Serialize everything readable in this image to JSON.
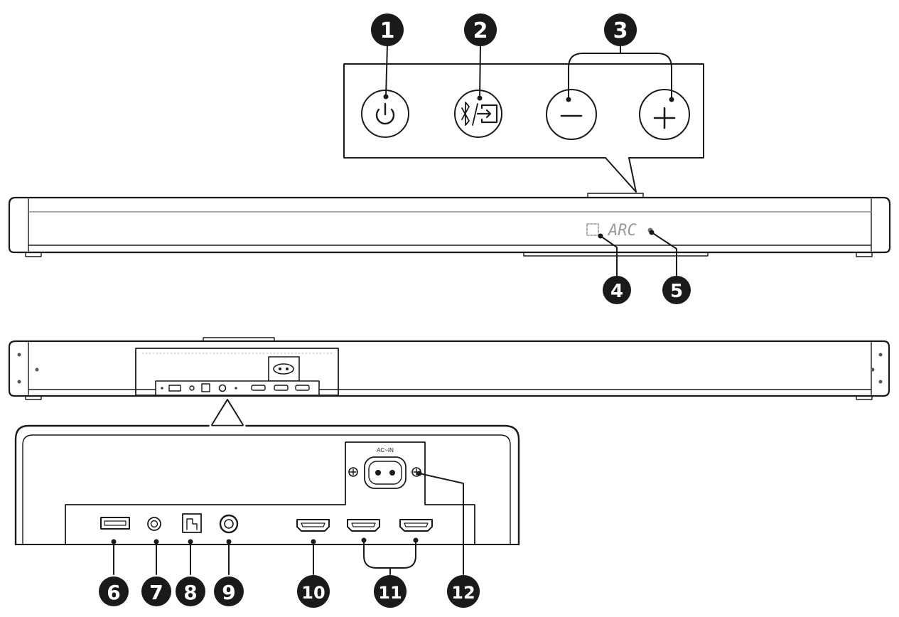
{
  "display": {
    "text": "ARC"
  },
  "rear": {
    "ac_label": "AC~IN"
  },
  "callouts": [
    "1",
    "2",
    "3",
    "4",
    "5",
    "6",
    "7",
    "8",
    "9",
    "10",
    "11",
    "12"
  ],
  "colors": {
    "ink": "#1a1a1a",
    "fill": "#ffffff",
    "display": "#9a9a9a"
  }
}
